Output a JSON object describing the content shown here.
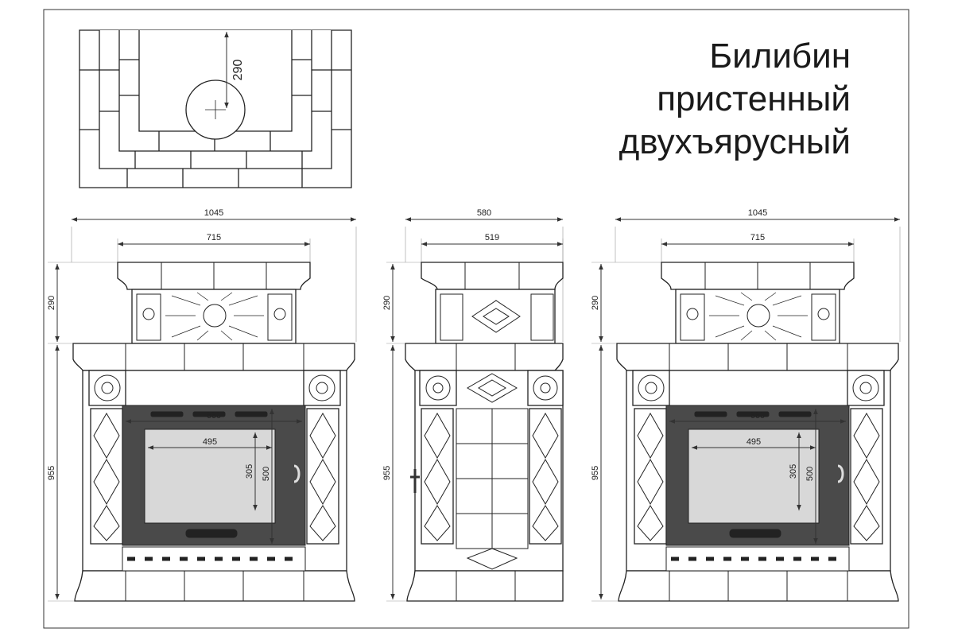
{
  "title": {
    "line1": "Билибин",
    "line2": "пристенный",
    "line3": "двухъярусный"
  },
  "plan": {
    "dim_290": "290"
  },
  "view_left": {
    "width_total": "1045",
    "width_top": "715",
    "height_upper": "290",
    "height_lower": "955",
    "firebox_width": "660",
    "glass_width": "495",
    "glass_height": "305",
    "firebox_height": "500"
  },
  "view_side": {
    "width_total": "580",
    "width_top": "519",
    "height_upper": "290",
    "height_lower": "955"
  },
  "view_right": {
    "width_total": "1045",
    "width_top": "715",
    "height_upper": "290",
    "height_lower": "955",
    "firebox_width": "660",
    "glass_width": "495",
    "glass_height": "305",
    "firebox_height": "500"
  }
}
